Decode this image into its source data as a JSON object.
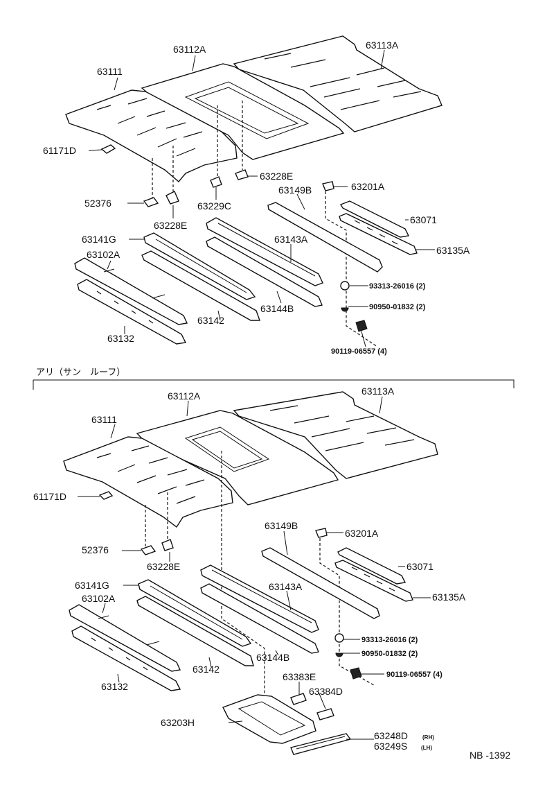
{
  "top": {
    "labels": {
      "p63111": "63111",
      "p63112a": "63112A",
      "p63113a": "63113A",
      "p61171d": "61171D",
      "p63228e_a": "63228E",
      "p63149b": "63149B",
      "p63201a": "63201A",
      "p52376": "52376",
      "p63229c": "63229C",
      "p63071": "63071",
      "p63228e_b": "63228E",
      "p63135a": "63135A",
      "p63141g": "63141G",
      "p63143a": "63143A",
      "p63102a": "63102A",
      "p93313": "93313-26016 (2)",
      "p90950": "90950-01832 (2)",
      "p63142": "63142",
      "p63144b": "63144B",
      "p63132": "63132",
      "p90119": "90119-06557 (4)"
    }
  },
  "section": {
    "header": "アリ（サン　ルーフ）"
  },
  "bottom": {
    "labels": {
      "p63112a": "63112A",
      "p63113a": "63113A",
      "p63111": "63111",
      "p61171d": "61171D",
      "p63149b": "63149B",
      "p63201a": "63201A",
      "p52376": "52376",
      "p63228e": "63228E",
      "p63071": "63071",
      "p63141g": "63141G",
      "p63143a": "63143A",
      "p63135a": "63135A",
      "p63102a": "63102A",
      "p93313": "93313-26016 (2)",
      "p90950": "90950-01832 (2)",
      "p63142": "63142",
      "p63144b": "63144B",
      "p90119": "90119-06557 (4)",
      "p63132": "63132",
      "p63383e": "63383E",
      "p63384d": "63384D",
      "p63203h": "63203H",
      "p63248d": "63248D",
      "p63248d_side": "(RH)",
      "p63249s": "63249S",
      "p63249s_side": "(LH)"
    }
  },
  "footer": {
    "code": "NB -1392"
  }
}
